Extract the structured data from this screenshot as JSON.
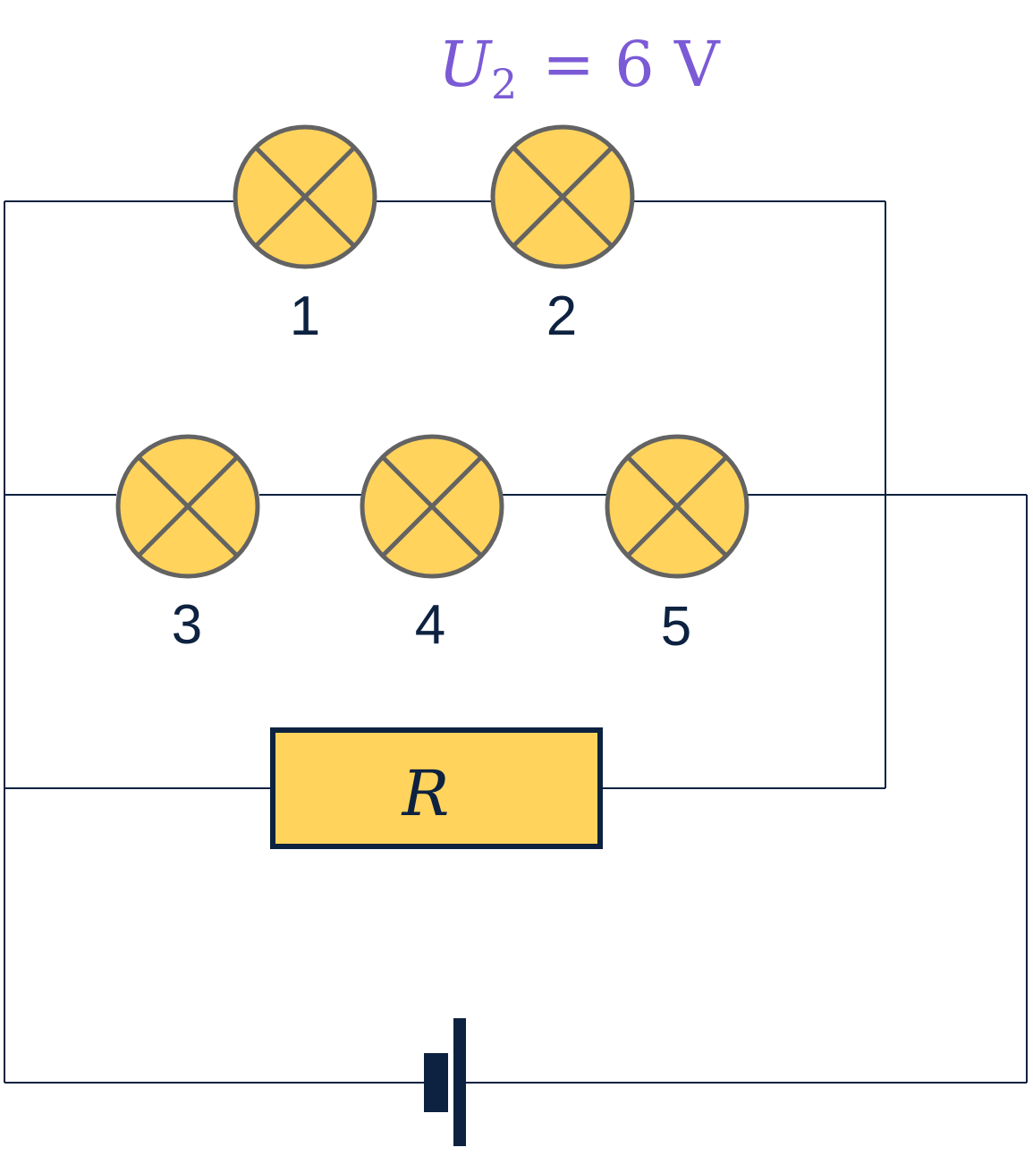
{
  "colors": {
    "lamp_fill": "#ffd35c",
    "lamp_outline": "#636363",
    "wire": "#0d2240",
    "label": "#0d2240",
    "voltage_accent": "#7b5ad6"
  },
  "voltage_annotation": {
    "symbol": "U",
    "subscript": "2",
    "relation": "= 6 V"
  },
  "lamps": [
    {
      "label": "1"
    },
    {
      "label": "2"
    },
    {
      "label": "3"
    },
    {
      "label": "4"
    },
    {
      "label": "5"
    }
  ],
  "resistor": {
    "label": "R"
  }
}
